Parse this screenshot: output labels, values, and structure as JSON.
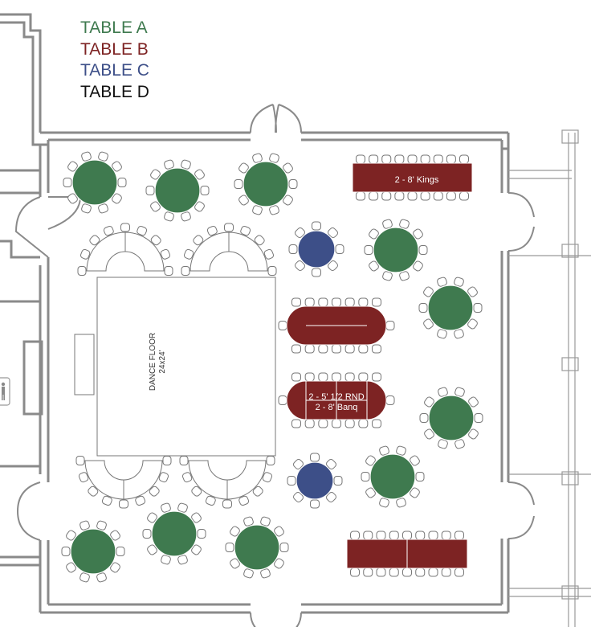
{
  "legend": [
    {
      "label": "TABLE A",
      "color": "#3f7a4f"
    },
    {
      "label": "TABLE B",
      "color": "#7d2323"
    },
    {
      "label": "TABLE C",
      "color": "#3d4f88"
    },
    {
      "label": "TABLE D",
      "color": "#111111"
    }
  ],
  "colors": {
    "wall": "#8a8a8a",
    "chair_stroke": "#777777",
    "table_outline": "#777777"
  },
  "dance_floor": {
    "name": "DANCE FLOOR",
    "size": "24x24'"
  },
  "labels": {
    "kings_top": "2 - 8' Kings",
    "round_banq_line1": "2 - 5' 1/2 RND",
    "round_banq_line2": "2 - 8' Banq"
  },
  "icons": {
    "restroom": "person-icon"
  }
}
